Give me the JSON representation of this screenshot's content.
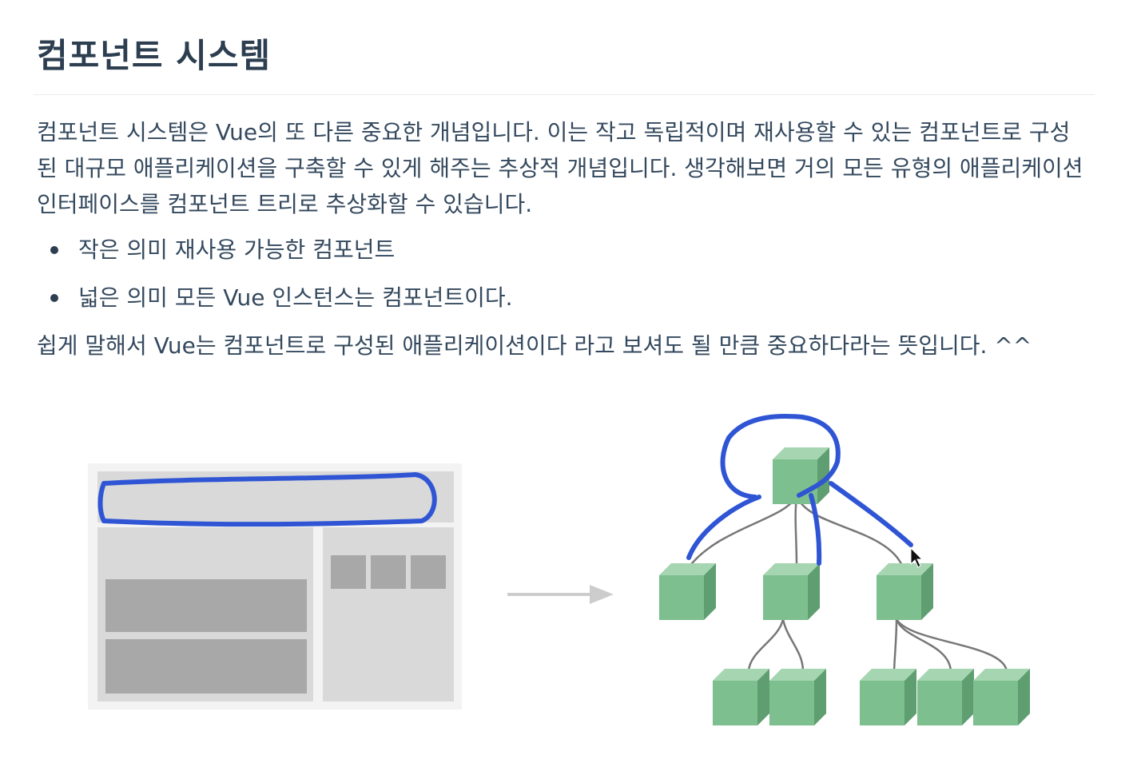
{
  "heading": "컴포넌트 시스템",
  "intro": "컴포넌트 시스템은 Vue의 또 다른 중요한 개념입니다. 이는 작고 독립적이며 재사용할 수 있는 컴포넌트로 구성된 대규모 애플리케이션을 구축할 수 있게 해주는 추상적 개념입니다. 생각해보면 거의 모든 유형의 애플리케이션 인터페이스를 컴포넌트 트리로 추상화할 수 있습니다.",
  "bullets": [
    "작은 의미 재사용 가능한 컴포넌트",
    "넓은 의미 모든 Vue 인스턴스는 컴포넌트이다."
  ],
  "summary": "쉽게 말해서 Vue는 컴포넌트로 구성된 애플리케이션이다 라고 보셔도 될 만큼 중요하다라는 뜻입니다. ^^",
  "figure": {
    "icons": [
      "page-layout-wireframe",
      "arrow-right-icon",
      "component-tree",
      "cube-icon",
      "cursor-icon"
    ],
    "colors": {
      "cube_front": "#7dbf8e",
      "cube_top": "#a6d5b1",
      "cube_side": "#5e9e70",
      "wireframe_bg": "#f3f3f3",
      "wireframe_panel": "#d9d9d9",
      "wireframe_block": "#a8a8a8",
      "arrow": "#cccccc",
      "tree_line": "#777777",
      "annotation": "#2f55d4"
    }
  }
}
